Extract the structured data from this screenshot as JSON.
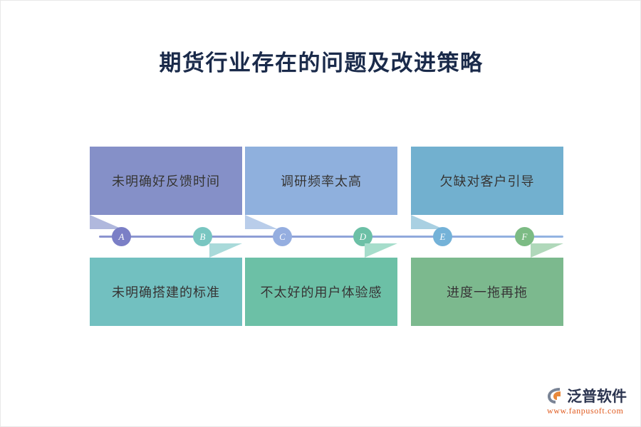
{
  "slide": {
    "title": "期货行业存在的问题及改进策略",
    "background_color": "#ffffff",
    "title_color": "#1a2a4a"
  },
  "diagram": {
    "type": "timeline-chevron",
    "line_color_start": "#8b93cf",
    "line_color_end": "#93b4e2",
    "nodes": [
      {
        "id": "A",
        "label": "A",
        "color": "#7b7fc6",
        "row": "top",
        "column": 0
      },
      {
        "id": "B",
        "label": "B",
        "color": "#79c6c1",
        "row": "bottom",
        "column": 0
      },
      {
        "id": "C",
        "label": "C",
        "color": "#95aee0",
        "row": "top",
        "column": 1
      },
      {
        "id": "D",
        "label": "D",
        "color": "#6cc0a6",
        "row": "bottom",
        "column": 1
      },
      {
        "id": "E",
        "label": "E",
        "color": "#74b2d8",
        "row": "top",
        "column": 2
      },
      {
        "id": "F",
        "label": "F",
        "color": "#7cbb84",
        "row": "bottom",
        "column": 2
      }
    ],
    "top_boxes": [
      {
        "text": "未明确好反馈时间",
        "color": "#8590c8",
        "tail_color": "#b0b8dd",
        "node": "A"
      },
      {
        "text": "调研频率太高",
        "color": "#8fb0dd",
        "tail_color": "#b9cdea",
        "node": "C"
      },
      {
        "text": "欠缺对客户引导",
        "color": "#72b0cf",
        "tail_color": "#a9d0e2",
        "node": "E"
      }
    ],
    "bottom_boxes": [
      {
        "text": "未明确搭建的标准",
        "color": "#72c0c0",
        "tail_color": "#a9dada",
        "node": "B"
      },
      {
        "text": "不太好的用户体验感",
        "color": "#6cc0a6",
        "tail_color": "#a6ddcb",
        "node": "D"
      },
      {
        "text": "进度一拖再拖",
        "color": "#7cb98e",
        "tail_color": "#b0d8ba",
        "node": "F"
      }
    ],
    "box_text_color": "#333333"
  },
  "logo": {
    "brand": "泛普软件",
    "url": "www.fanpusoft.com",
    "brand_color": "#2c3550",
    "url_color": "#e05a1e",
    "mark_color": "#7a8496",
    "mark_accent_color": "#e8883a"
  }
}
